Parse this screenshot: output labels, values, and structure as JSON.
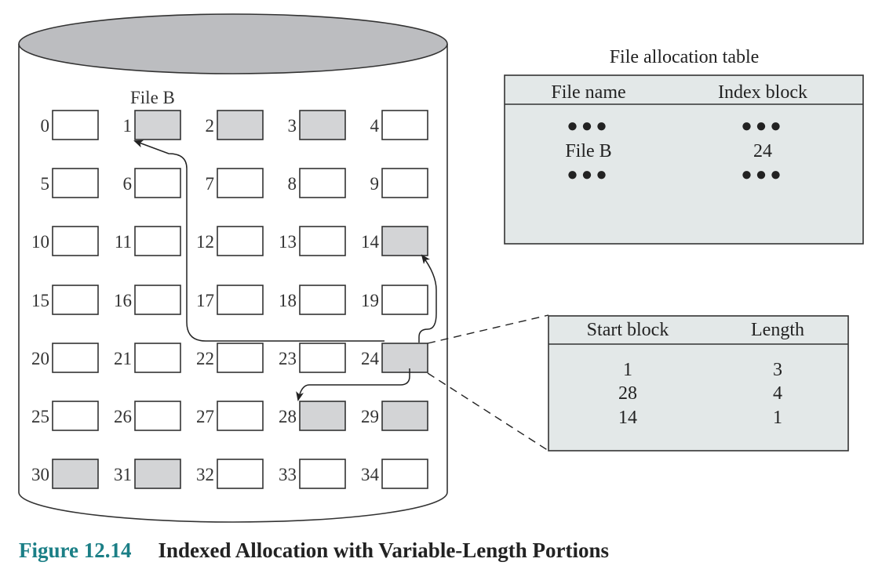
{
  "colors": {
    "disk_top": "#bcbdc0",
    "used_block": "#d3d4d6",
    "free_block": "#ffffff",
    "table_fill": "#e3e8e8",
    "figure_number": "#1b7f86",
    "outline": "#333333"
  },
  "disk": {
    "file_label": "File B",
    "blocks": [
      {
        "label": "0",
        "used": false
      },
      {
        "label": "1",
        "used": true
      },
      {
        "label": "2",
        "used": true
      },
      {
        "label": "3",
        "used": true
      },
      {
        "label": "4",
        "used": false
      },
      {
        "label": "5",
        "used": false
      },
      {
        "label": "6",
        "used": false
      },
      {
        "label": "7",
        "used": false
      },
      {
        "label": "8",
        "used": false
      },
      {
        "label": "9",
        "used": false
      },
      {
        "label": "10",
        "used": false
      },
      {
        "label": "11",
        "used": false
      },
      {
        "label": "12",
        "used": false
      },
      {
        "label": "13",
        "used": false
      },
      {
        "label": "14",
        "used": true
      },
      {
        "label": "15",
        "used": false
      },
      {
        "label": "16",
        "used": false
      },
      {
        "label": "17",
        "used": false
      },
      {
        "label": "18",
        "used": false
      },
      {
        "label": "19",
        "used": false
      },
      {
        "label": "20",
        "used": false
      },
      {
        "label": "21",
        "used": false
      },
      {
        "label": "22",
        "used": false
      },
      {
        "label": "23",
        "used": false
      },
      {
        "label": "24",
        "used": true
      },
      {
        "label": "25",
        "used": false
      },
      {
        "label": "26",
        "used": false
      },
      {
        "label": "27",
        "used": false
      },
      {
        "label": "28",
        "used": true
      },
      {
        "label": "29",
        "used": true
      },
      {
        "label": "30",
        "used": true
      },
      {
        "label": "31",
        "used": true
      },
      {
        "label": "32",
        "used": false
      },
      {
        "label": "33",
        "used": false
      },
      {
        "label": "34",
        "used": false
      }
    ],
    "index_block": "24",
    "pointer_targets": [
      "1",
      "28",
      "14"
    ]
  },
  "fat": {
    "title": "File allocation table",
    "headers": [
      "File name",
      "Index block"
    ],
    "rows": [
      {
        "file_name": "●●●",
        "index_block": "●●●"
      },
      {
        "file_name": "File B",
        "index_block": "24"
      },
      {
        "file_name": "●●●",
        "index_block": "●●●"
      }
    ]
  },
  "index_table": {
    "headers": [
      "Start block",
      "Length"
    ],
    "rows": [
      {
        "start_block": "1",
        "length": "3"
      },
      {
        "start_block": "28",
        "length": "4"
      },
      {
        "start_block": "14",
        "length": "1"
      }
    ]
  },
  "caption": {
    "number": "Figure 12.14",
    "title": "Indexed Allocation with Variable-Length Portions"
  }
}
